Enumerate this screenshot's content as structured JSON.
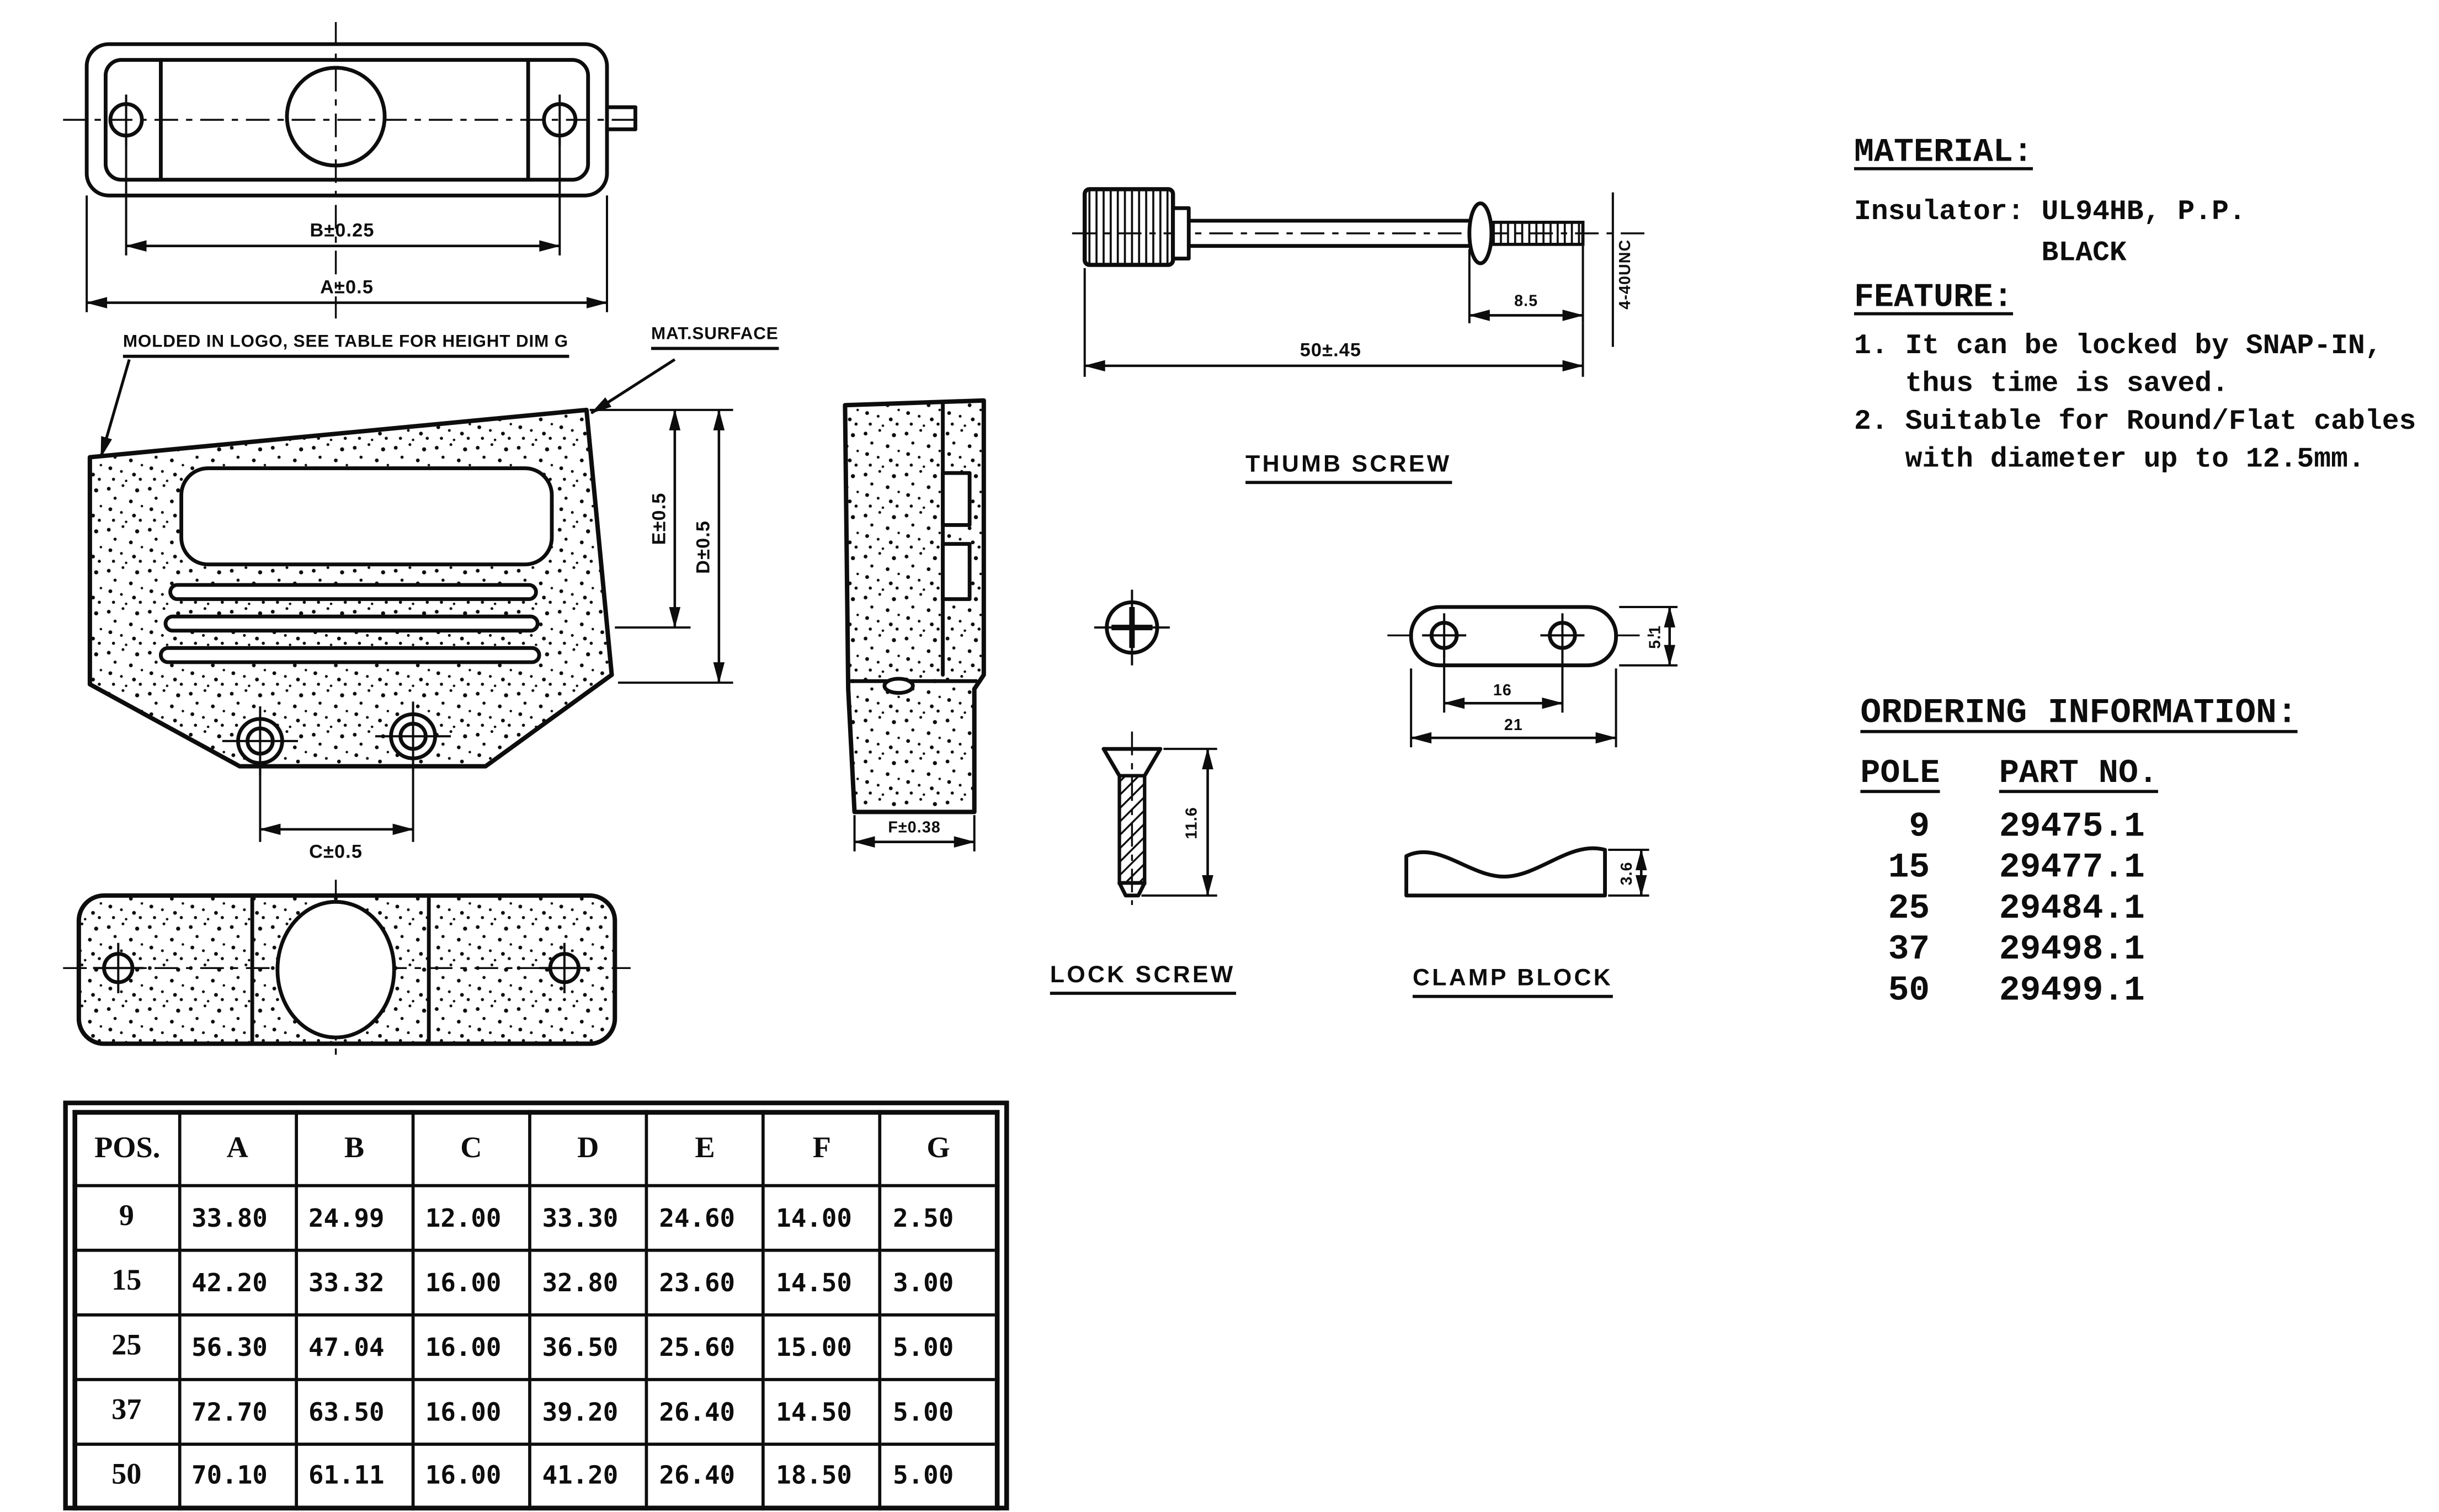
{
  "notes": {
    "molded_logo": "MOLDED IN LOGO, SEE TABLE FOR HEIGHT DIM G",
    "mat_surface": "MAT.SURFACE"
  },
  "top_view": {
    "dim_b": "B±0.25",
    "dim_a": "A±0.5"
  },
  "front_view": {
    "dim_e": "E±0.5",
    "dim_d": "D±0.5",
    "dim_c": "C±0.5"
  },
  "side_view": {
    "dim_f": "F±0.38"
  },
  "thumb_screw": {
    "label": "THUMB SCREW",
    "dim_length": "50±.45",
    "dim_tip": "8.5",
    "thread": "4-40UNC"
  },
  "lock_screw": {
    "label": "LOCK SCREW",
    "dim_length": "11.6"
  },
  "clamp_block": {
    "label": "CLAMP BLOCK",
    "dim_span_holes": "16",
    "dim_span": "21",
    "dim_height": "5.1",
    "dim_thickness": "3.6"
  },
  "material": {
    "heading": "MATERIAL:",
    "lines": [
      "Insulator: UL94HB, P.P.",
      "           BLACK"
    ]
  },
  "feature": {
    "heading": "FEATURE:",
    "lines": [
      "1. It can be locked by SNAP-IN,",
      "   thus time is saved.",
      "2. Suitable for Round/Flat cables",
      "   with diameter up to 12.5mm."
    ]
  },
  "ordering": {
    "heading": "ORDERING INFORMATION:",
    "pole_header": "POLE",
    "part_header": "PART NO.",
    "rows": [
      {
        "pole": "9",
        "part": "29475.1"
      },
      {
        "pole": "15",
        "part": "29477.1"
      },
      {
        "pole": "25",
        "part": "29484.1"
      },
      {
        "pole": "37",
        "part": "29498.1"
      },
      {
        "pole": "50",
        "part": "29499.1"
      }
    ]
  },
  "dim_table": {
    "headers": [
      "POS.",
      "A",
      "B",
      "C",
      "D",
      "E",
      "F",
      "G"
    ],
    "rows": [
      [
        "9",
        "33.80",
        "24.99",
        "12.00",
        "33.30",
        "24.60",
        "14.00",
        "2.50"
      ],
      [
        "15",
        "42.20",
        "33.32",
        "16.00",
        "32.80",
        "23.60",
        "14.50",
        "3.00"
      ],
      [
        "25",
        "56.30",
        "47.04",
        "16.00",
        "36.50",
        "25.60",
        "15.00",
        "5.00"
      ],
      [
        "37",
        "72.70",
        "63.50",
        "16.00",
        "39.20",
        "26.40",
        "14.50",
        "5.00"
      ],
      [
        "50",
        "70.10",
        "61.11",
        "16.00",
        "41.20",
        "26.40",
        "18.50",
        "5.00"
      ]
    ]
  }
}
